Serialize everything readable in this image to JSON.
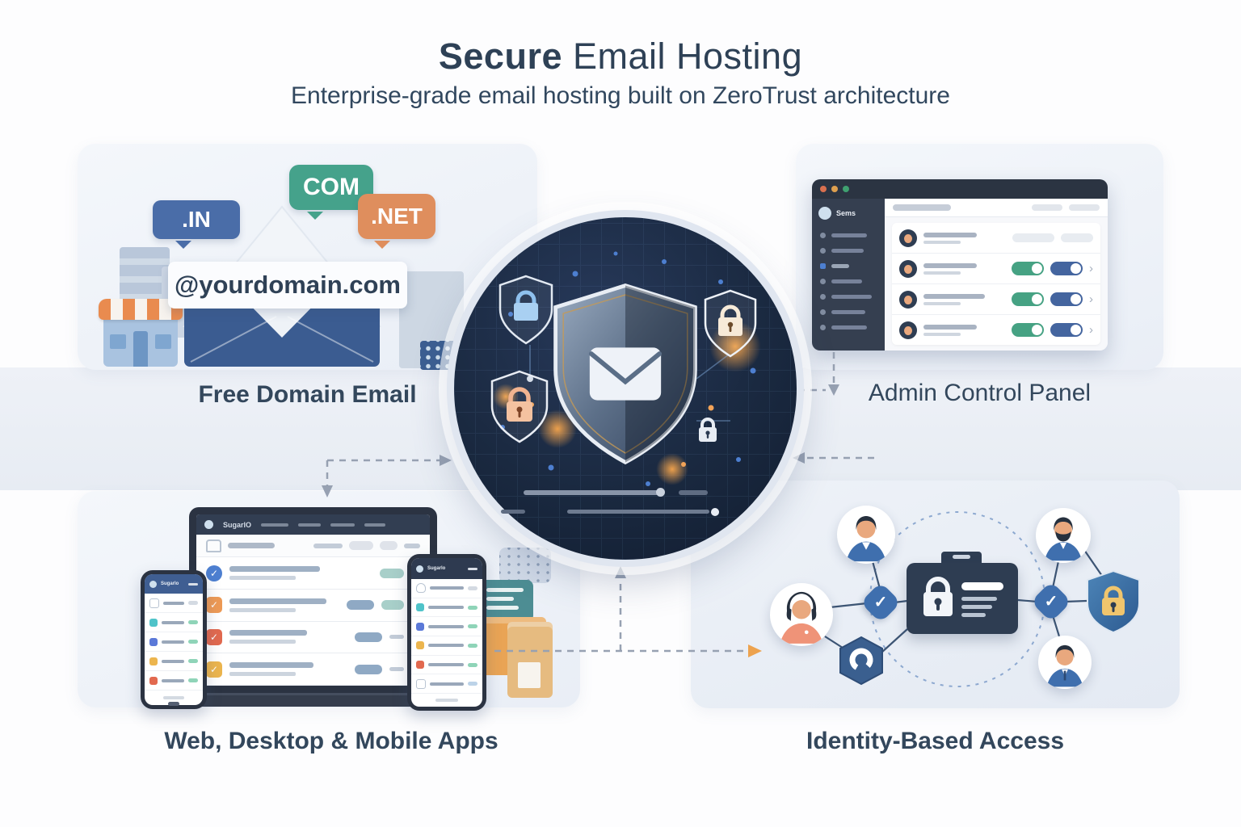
{
  "header": {
    "title_emphasis": "Secure",
    "title_rest": " Email Hosting",
    "subtitle": "Enterprise-grade email hosting built on ZeroTrust architecture"
  },
  "quadrants": {
    "free_domain_email": {
      "label": "Free Domain Email",
      "tld_badges": [
        ".IN",
        "COM",
        ".NET"
      ],
      "envelope_banner": "@yourdomain.com"
    },
    "admin_control_panel": {
      "label": "Admin Control Panel",
      "window_brand": "Sems"
    },
    "apps": {
      "label": "Web, Desktop & Mobile Apps",
      "laptop_brand": "SugarlO",
      "phone_brand": "Sugarlo"
    },
    "identity_access": {
      "label": "Identity-Based Access"
    }
  },
  "colors": {
    "title_text": "#2e4156",
    "label_text": "#33475c",
    "tld_in": "#4a6da8",
    "tld_com": "#45a28b",
    "tld_net": "#df8e5d",
    "toggle_green": "#46a283",
    "toggle_blue": "#44659f",
    "accent_orange": "#eda24e",
    "circle_bg": "#16243a",
    "shield_light": "#8b9cb2",
    "shield_dark": "#2c3b52"
  }
}
